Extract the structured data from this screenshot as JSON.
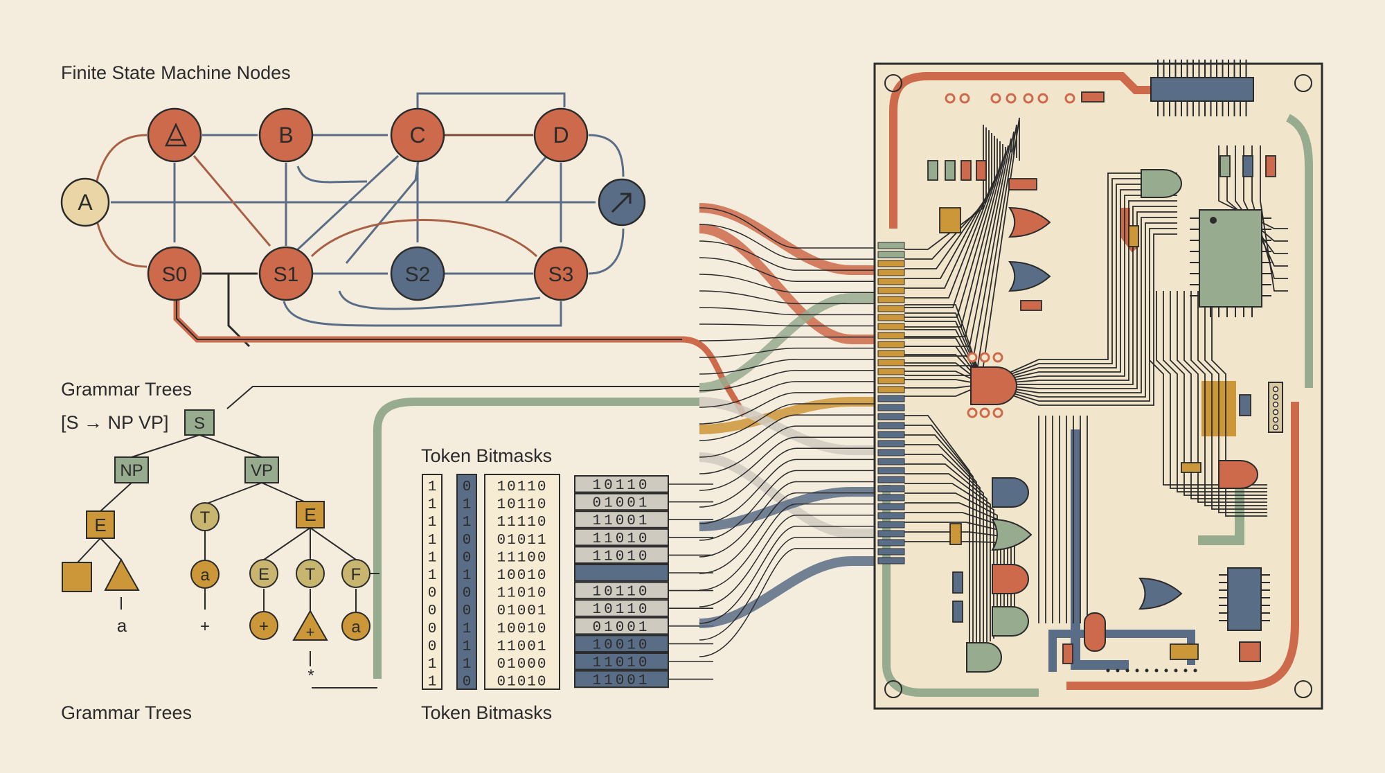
{
  "sections": {
    "fsm_title": "Finite State Machine Nodes",
    "grammar_title_top": "Grammar Trees",
    "grammar_title_bottom": "Grammar Trees",
    "bitmask_title_top": "Token Bitmasks",
    "bitmask_title_bottom": "Token Bitmasks"
  },
  "fsm": {
    "nodes": {
      "A": "A",
      "B": "B",
      "C": "C",
      "D": "D",
      "S0": "S0",
      "S1": "S1",
      "S2": "S2",
      "S3": "S3"
    },
    "triangle_node_icon": "triangle-icon",
    "output_node_icon": "arrow-icon"
  },
  "grammar": {
    "rule": "[S → NP VP]",
    "nodes": {
      "S": "S",
      "NP": "NP",
      "VP": "VP",
      "E_left": "E",
      "T_mid": "T",
      "E_right": "E",
      "a_mid": "a",
      "E_child": "E",
      "T_child": "T",
      "F_child": "F",
      "plus_circle": "+",
      "plus_triangle": "+",
      "a_circle": "a"
    },
    "leaves": {
      "a_under_triangle": "a",
      "plus_under_a": "+",
      "star_under_triangle": "*"
    }
  },
  "bitmasks": {
    "col1": [
      "1",
      "1",
      "1",
      "1",
      "1",
      "1",
      "0",
      "0",
      "0",
      "0",
      "1",
      "1"
    ],
    "col2": [
      "0",
      "1",
      "1",
      "0",
      "0",
      "1",
      "0",
      "0",
      "1",
      "1",
      "1",
      "0"
    ],
    "col3": [
      "10110",
      "10110",
      "11110",
      "01011",
      "11100",
      "10010",
      "11010",
      "01001",
      "10010",
      "11001",
      "01000",
      "01010"
    ],
    "col4": [
      "10110",
      "01001",
      "11001",
      "11010",
      "11010",
      "",
      "10110",
      "10110",
      "01001",
      "10010",
      "11010",
      "11001"
    ]
  },
  "colors": {
    "background": "#f4ecdc",
    "terracotta": "#cd6a4b",
    "slate_blue": "#5a6d86",
    "sage": "#97ab8f",
    "mustard": "#cc9738",
    "olive": "#c8b570",
    "ink": "#2b2b2b",
    "board": "#f1e5cc"
  }
}
